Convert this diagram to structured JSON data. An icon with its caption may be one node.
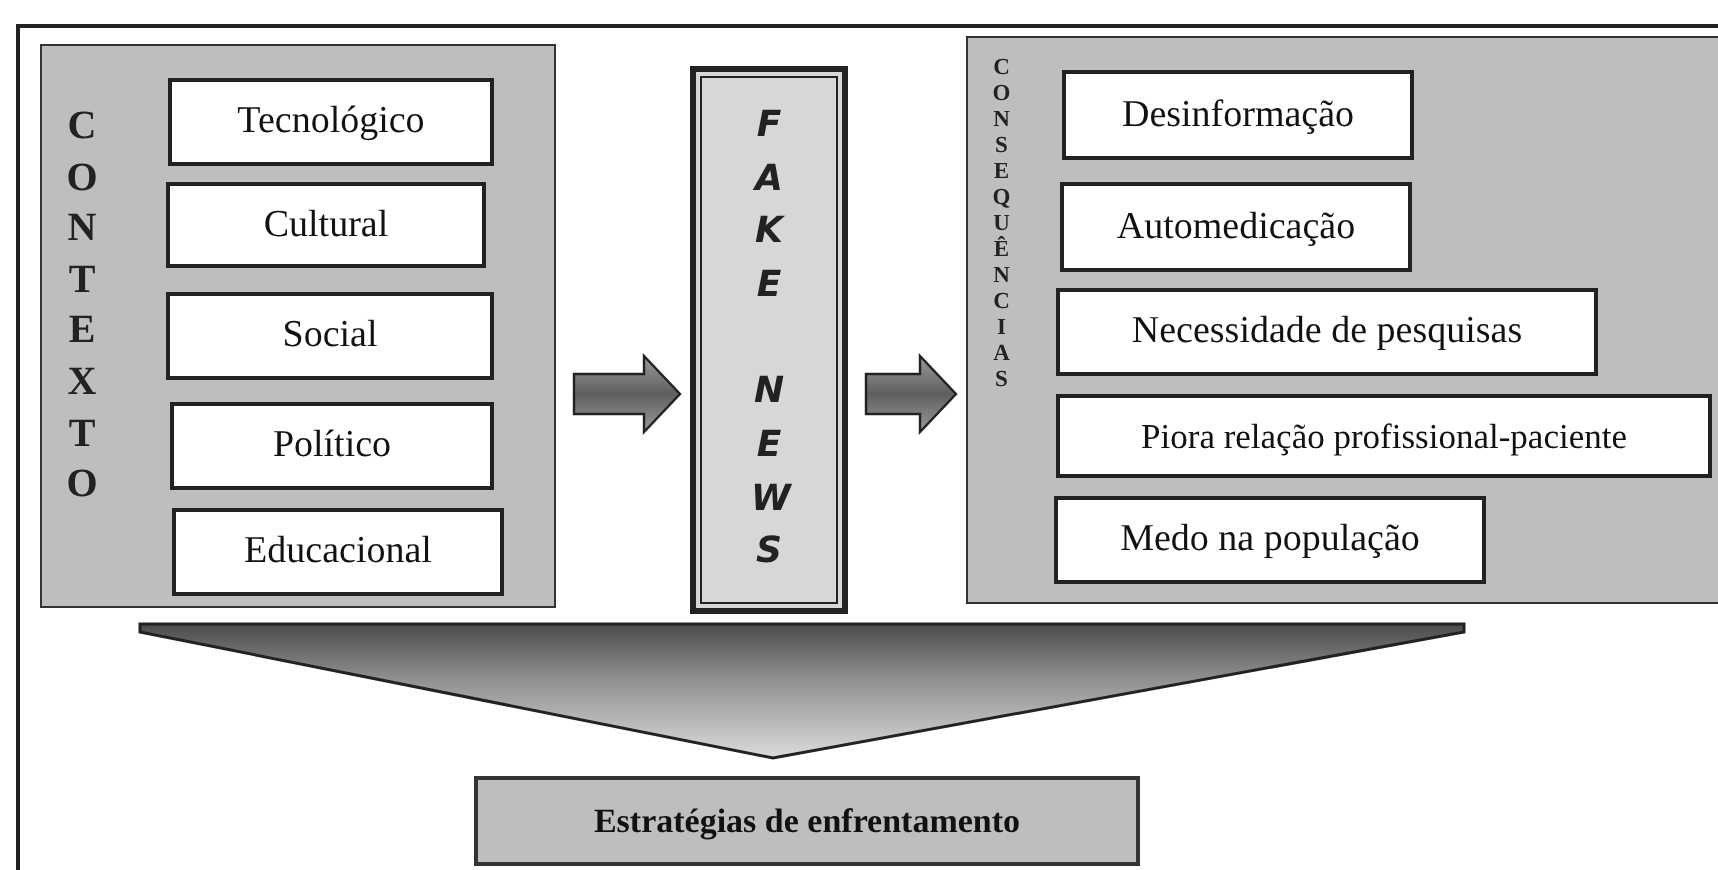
{
  "diagram": {
    "nodes": [
      {
        "text": [
          "CONTEXTO"
        ]
      },
      {
        "text": [
          "Tecnológico"
        ],
        "in": 0
      },
      {
        "text": [
          "Cultural"
        ],
        "in": 0
      },
      {
        "text": [
          "Social"
        ],
        "in": 0
      },
      {
        "text": [
          "Político"
        ],
        "in": 0
      },
      {
        "text": [
          "Educacional"
        ],
        "in": 0
      },
      {
        "text": [
          "FAKE NEWS"
        ]
      },
      {
        "text": [
          "CONSEQUÊNCIAS"
        ]
      },
      {
        "text": [
          "Desinformação"
        ],
        "in": 7
      },
      {
        "text": [
          "Automedicação"
        ],
        "in": 7
      },
      {
        "text": [
          "Necessidade de pesquisas"
        ],
        "in": 7
      },
      {
        "text": [
          "Piora relação profissional-paciente"
        ],
        "in": 7
      },
      {
        "text": [
          "Medo na população"
        ],
        "in": 7
      },
      {
        "text": [
          "Estratégias de enfrentamento"
        ]
      }
    ],
    "edges": [
      {
        "from": 0,
        "to": 6,
        "arrow": "to"
      },
      {
        "from": 6,
        "to": 7,
        "arrow": "to"
      },
      {
        "from": null,
        "to": 13,
        "arrow": "to"
      }
    ]
  }
}
